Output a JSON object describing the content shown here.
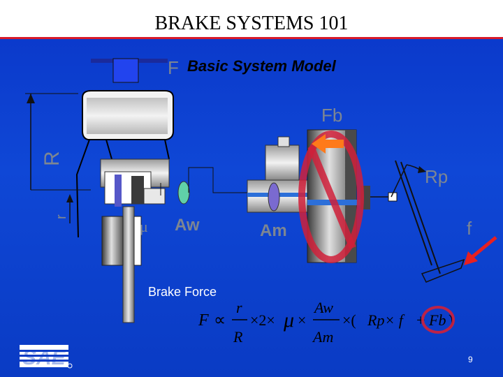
{
  "header": {
    "title": "BRAKE SYSTEMS 101"
  },
  "slide": {
    "subtitle": "Basic System Model",
    "brake_force_label": "Brake Force",
    "page_number": "9"
  },
  "diagram_labels": {
    "F": "F",
    "R": "R",
    "r": "r",
    "mu": "μ",
    "Aw": "Aw",
    "Am": "Am",
    "Fb": "Fb",
    "Rp": "Rp",
    "f": "f"
  },
  "formula": {
    "lhs": "F",
    "prop": "∝",
    "r": "r",
    "R": "R",
    "times_2": "×2×",
    "mu": "μ",
    "times": "×",
    "Aw": "Aw",
    "Am": "Am",
    "times_open": "×(",
    "Rp_f": "Rp× f",
    "plus": "+",
    "Fb": "Fb",
    "close": ")"
  },
  "logo": {
    "text": "SAE"
  },
  "colors": {
    "background": "#0a3bc4",
    "header_rule": "#d81a2a",
    "prohibit_red": "#d0203a",
    "label_grey": "#7d8692"
  }
}
